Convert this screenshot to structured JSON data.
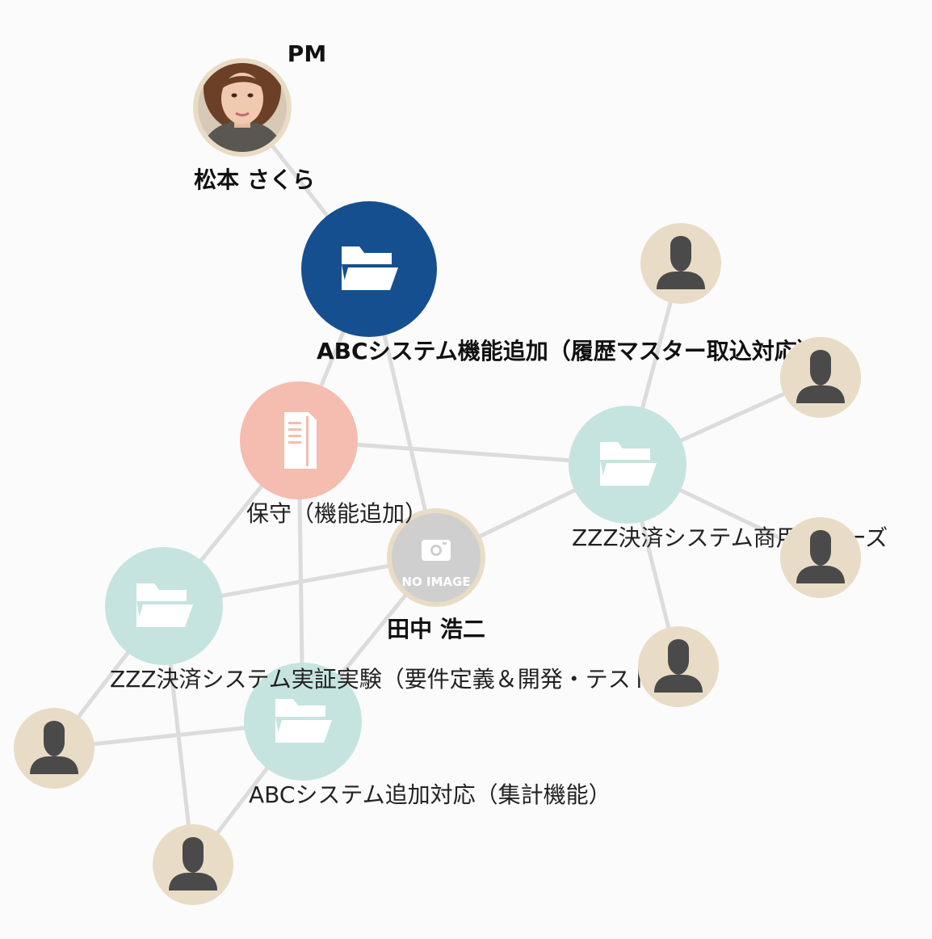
{
  "nodes": {
    "pm": {
      "role": "PM",
      "name": "松本 さくら"
    },
    "main_project": {
      "label": "ABCシステム機能追加（履歴マスター取込対応）",
      "color": "#154f8f"
    },
    "maintenance": {
      "label": "保守（機能追加）",
      "color": "#f5bcb0"
    },
    "tanaka": {
      "name": "田中 浩二",
      "placeholder": "NO IMAGE"
    },
    "zzz_commercial": {
      "label": "ZZZ決済システム商用フェーズ",
      "color": "#c6e4df"
    },
    "zzz_poc": {
      "label": "ZZZ決済システム実証実験（要件定義＆開発・テスト）",
      "color": "#c6e4df"
    },
    "abc_aggregate": {
      "label": "ABCシステム追加対応（集計機能）",
      "color": "#c6e4df"
    }
  },
  "colors": {
    "person_bg": "#e9dcc6",
    "person_silhouette": "#4a4a4a",
    "edge": "#dcdcdc",
    "noimage_bg": "#cfcfcf"
  },
  "icons": {
    "project": "folder-open-icon",
    "maintenance": "document-file-icon",
    "person": "person-silhouette-icon",
    "camera": "camera-icon"
  }
}
